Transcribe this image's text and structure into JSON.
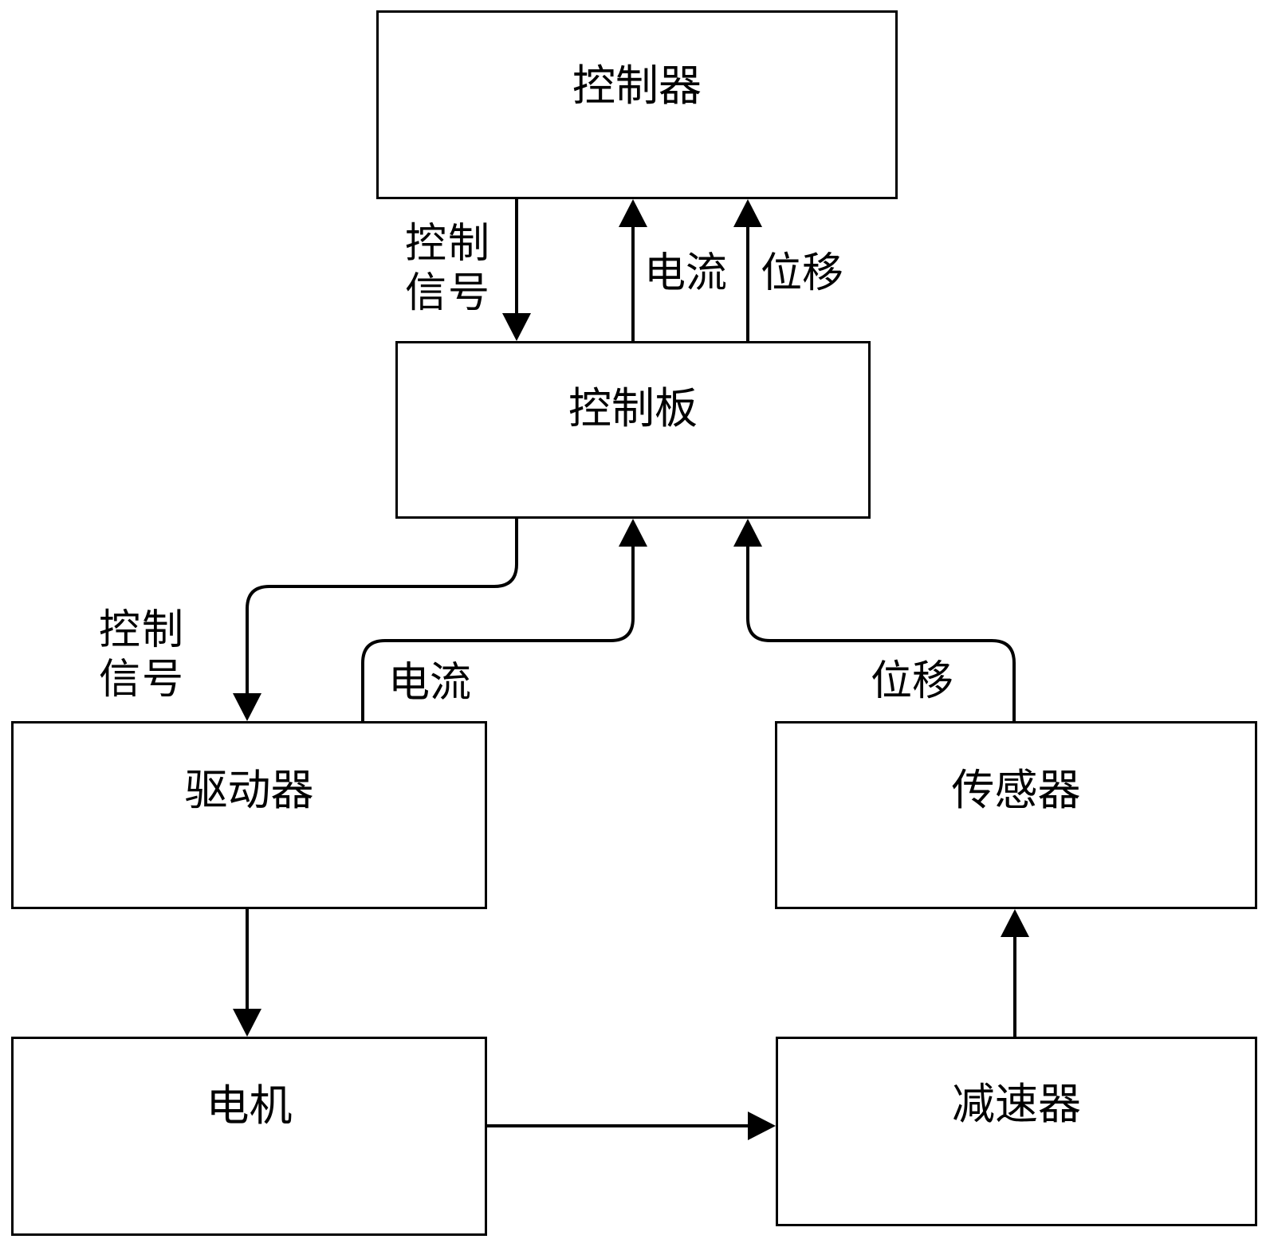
{
  "boxes": {
    "controller": "控制器",
    "control_board": "控制板",
    "driver": "驱动器",
    "sensor": "传感器",
    "motor": "电机",
    "reducer": "减速器"
  },
  "edges": {
    "controller_to_board_signal": "控制信号",
    "board_to_controller_current": "电流",
    "board_to_controller_displacement": "位移",
    "board_to_driver_signal": "控制信号",
    "driver_to_board_current": "电流",
    "sensor_to_board_displacement": "位移"
  }
}
